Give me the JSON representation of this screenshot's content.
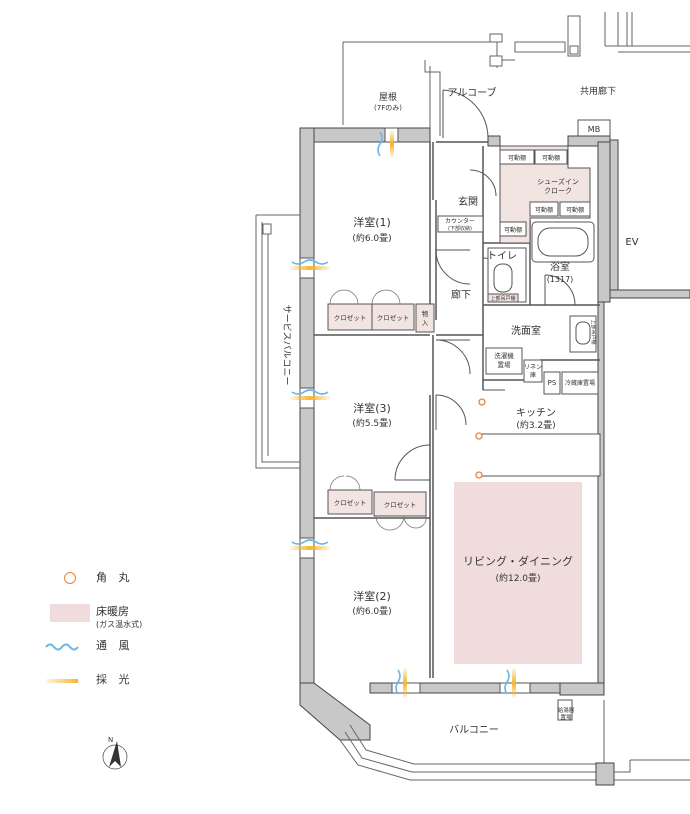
{
  "rooms": {
    "western1_name": "洋室(1)",
    "western1_size": "(約6.0畳)",
    "western3_name": "洋室(3)",
    "western3_size": "(約5.5畳)",
    "western2_name": "洋室(2)",
    "western2_size": "(約6.0畳)",
    "ldk_name": "リビング・ダイニング",
    "ldk_size": "(約12.0畳)",
    "kitchen_name": "キッチン",
    "kitchen_size": "(約3.2畳)",
    "genkan": "玄関",
    "toilet": "トイレ",
    "bath_name": "浴室",
    "bath_size": "(1317)",
    "corridor": "廊下",
    "washroom": "洗面室",
    "alcove": "アルコーブ",
    "common_corridor": "共用廊下",
    "mb": "MB",
    "ev": "EV",
    "roof_name": "屋根",
    "roof_note": "(7Fのみ)",
    "service_balcony": "サービスバルコニー",
    "balcony": "バルコニー"
  },
  "fixtures": {
    "movable_shelf": "可動棚",
    "shoes_in_1": "シューズイン",
    "shoes_in_2": "クローク",
    "counter": "カウンター",
    "counter_note": "(下部収納)",
    "closet": "クロゼット",
    "storage_1": "物",
    "storage_2": "入",
    "washer_1": "洗濯機",
    "washer_2": "置場",
    "linen_1": "リネン",
    "linen_2": "庫",
    "ps": "PS",
    "fridge": "冷蔵庫置場",
    "upper_storage": "上部吊戸棚",
    "upper_storage_toilet": "上部吊戸棚",
    "water_heater_1": "給湯器",
    "water_heater_2": "置場"
  },
  "legend": {
    "rounded_corner": "角 丸",
    "floor_heating": "床暖房",
    "floor_heating_note": "(ガス温水式)",
    "ventilation": "通 風",
    "daylight": "採 光"
  },
  "compass": {
    "north": "N"
  },
  "colors": {
    "wall": "#444444",
    "floor_heating": "#f0dcdc",
    "storage_fill": "#f2e4e0",
    "ventilation": "#69b7e8",
    "daylight": "#f5b731",
    "rounded_corner": "#e8823a"
  }
}
